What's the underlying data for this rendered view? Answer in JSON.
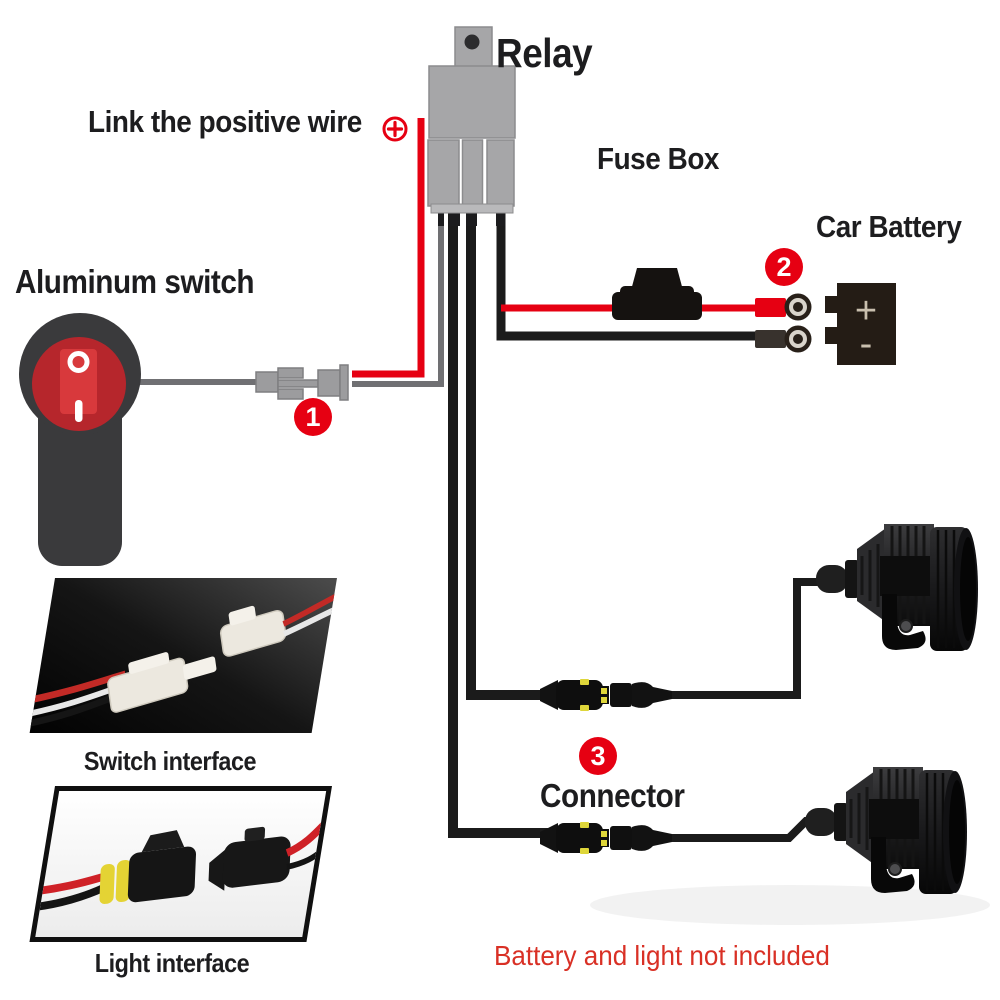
{
  "diagram": {
    "labels": {
      "relay": "Relay",
      "link_positive": "Link the positive wire",
      "fuse_box": "Fuse Box",
      "car_battery": "Car Battery",
      "aluminum_switch": "Aluminum switch",
      "connector": "Connector"
    },
    "steps": [
      "1",
      "2",
      "3"
    ],
    "battery": {
      "positive": "+",
      "negative": "-"
    },
    "switch": {
      "off_marking": "O",
      "on_marking": "I"
    },
    "photos": [
      {
        "caption": "Switch interface"
      },
      {
        "caption": "Light interface"
      }
    ],
    "note": "Battery and light not included",
    "icons": [
      "positive-plus-icon",
      "relay-mount-hole-icon"
    ],
    "colors": {
      "accent_red": "#e60012",
      "note_red": "#d93025",
      "wire_black": "#1b1b1b",
      "wire_gray": "#707073",
      "relay_gray": "#a6a6a8",
      "switch_body": "#3a3a3c",
      "switch_red": "#b6262c",
      "rocker_red": "#d8393c",
      "seal_yellow": "#ded63a",
      "battery_dark": "#241c15"
    }
  }
}
